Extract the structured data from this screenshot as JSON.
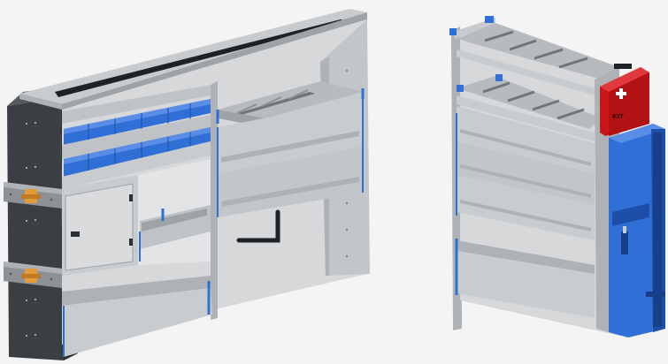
{
  "scene": {
    "background_color": "#f4f4f4",
    "colors": {
      "frame_light": "#c9cccf",
      "frame_mid": "#aeb2b6",
      "frame_dark": "#8c9196",
      "panel_dark": "#3b3f44",
      "accent_blue": "#2f6fd6",
      "accent_blue_dark": "#1e4fa8",
      "clamp_orange": "#e39a3a",
      "first_aid_red": "#c9161b",
      "first_aid_text": "KIT"
    },
    "objects": [
      {
        "id": "left-shelving-unit",
        "icon": "van-shelving-icon"
      },
      {
        "id": "right-shelving-unit",
        "icon": "van-shelving-icon"
      }
    ]
  }
}
